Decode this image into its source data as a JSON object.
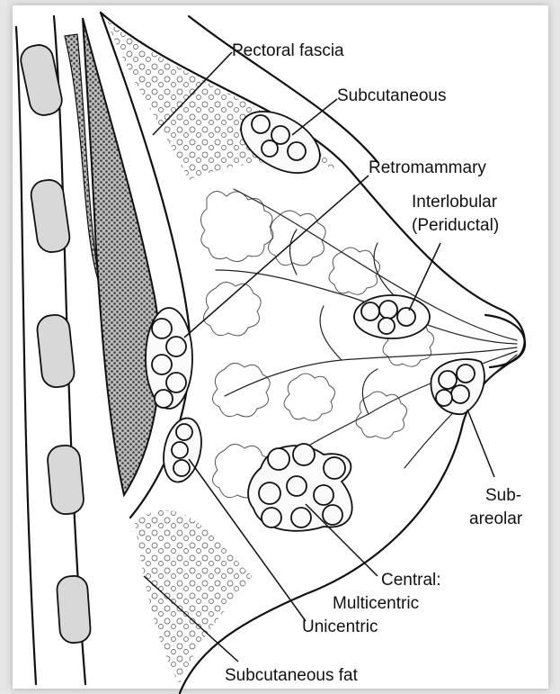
{
  "labels": {
    "pectoral_fascia": "Pectoral fascia",
    "subcutaneous": "Subcutaneous",
    "retromammary": "Retromammary",
    "interlobular_1": "Interlobular",
    "interlobular_2": "(Periductal)",
    "subareolar_1": "Sub-",
    "subareolar_2": "areolar",
    "central": "Central:",
    "multicentric": "Multicentric",
    "unicentric": "Unicentric",
    "subcutaneous_fat": "Subcutaneous fat"
  }
}
